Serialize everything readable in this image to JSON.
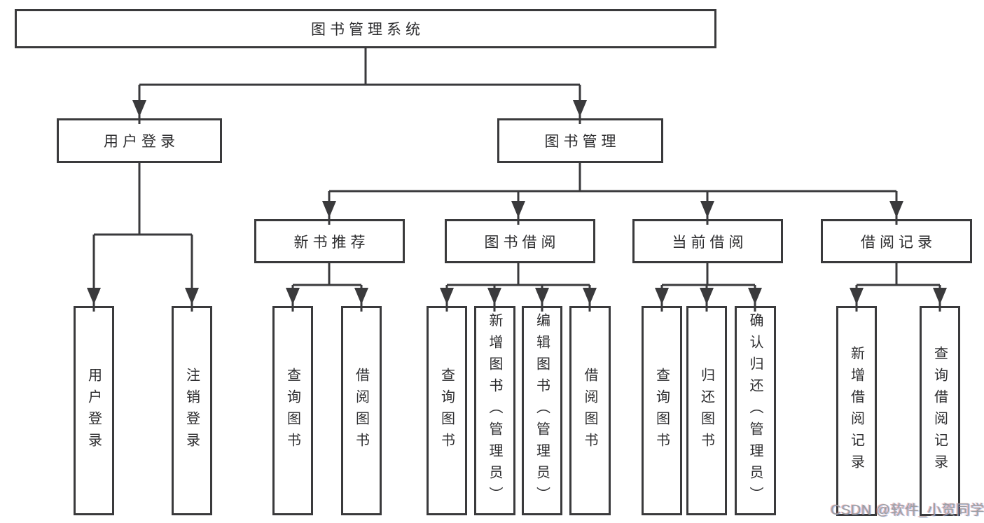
{
  "diagram": {
    "title": "图书管理系统",
    "root": {
      "label": "图书管理系统"
    },
    "branches": [
      {
        "label": "用户登录",
        "children": [
          {
            "label": "用户登录"
          },
          {
            "label": "注销登录"
          }
        ]
      },
      {
        "label": "图书管理",
        "sections": [
          {
            "label": "新书推荐",
            "children": [
              {
                "label": "查询图书"
              },
              {
                "label": "借阅图书"
              }
            ]
          },
          {
            "label": "图书借阅",
            "children": [
              {
                "label": "查询图书"
              },
              {
                "label": "新增图书（管理员）"
              },
              {
                "label": "编辑图书（管理员）"
              },
              {
                "label": "借阅图书"
              }
            ]
          },
          {
            "label": "当前借阅",
            "children": [
              {
                "label": "查询图书"
              },
              {
                "label": "归还图书"
              },
              {
                "label": "确认归还（管理员）"
              }
            ]
          },
          {
            "label": "借阅记录",
            "children": [
              {
                "label": "新增借阅记录"
              },
              {
                "label": "查询借阅记录"
              }
            ]
          }
        ]
      }
    ]
  },
  "watermark": "CSDN @软件_小贺同学",
  "colors": {
    "line": "#3a3a3c",
    "text": "#2d2d2f",
    "watermark_gray": "#9b9fa4"
  }
}
